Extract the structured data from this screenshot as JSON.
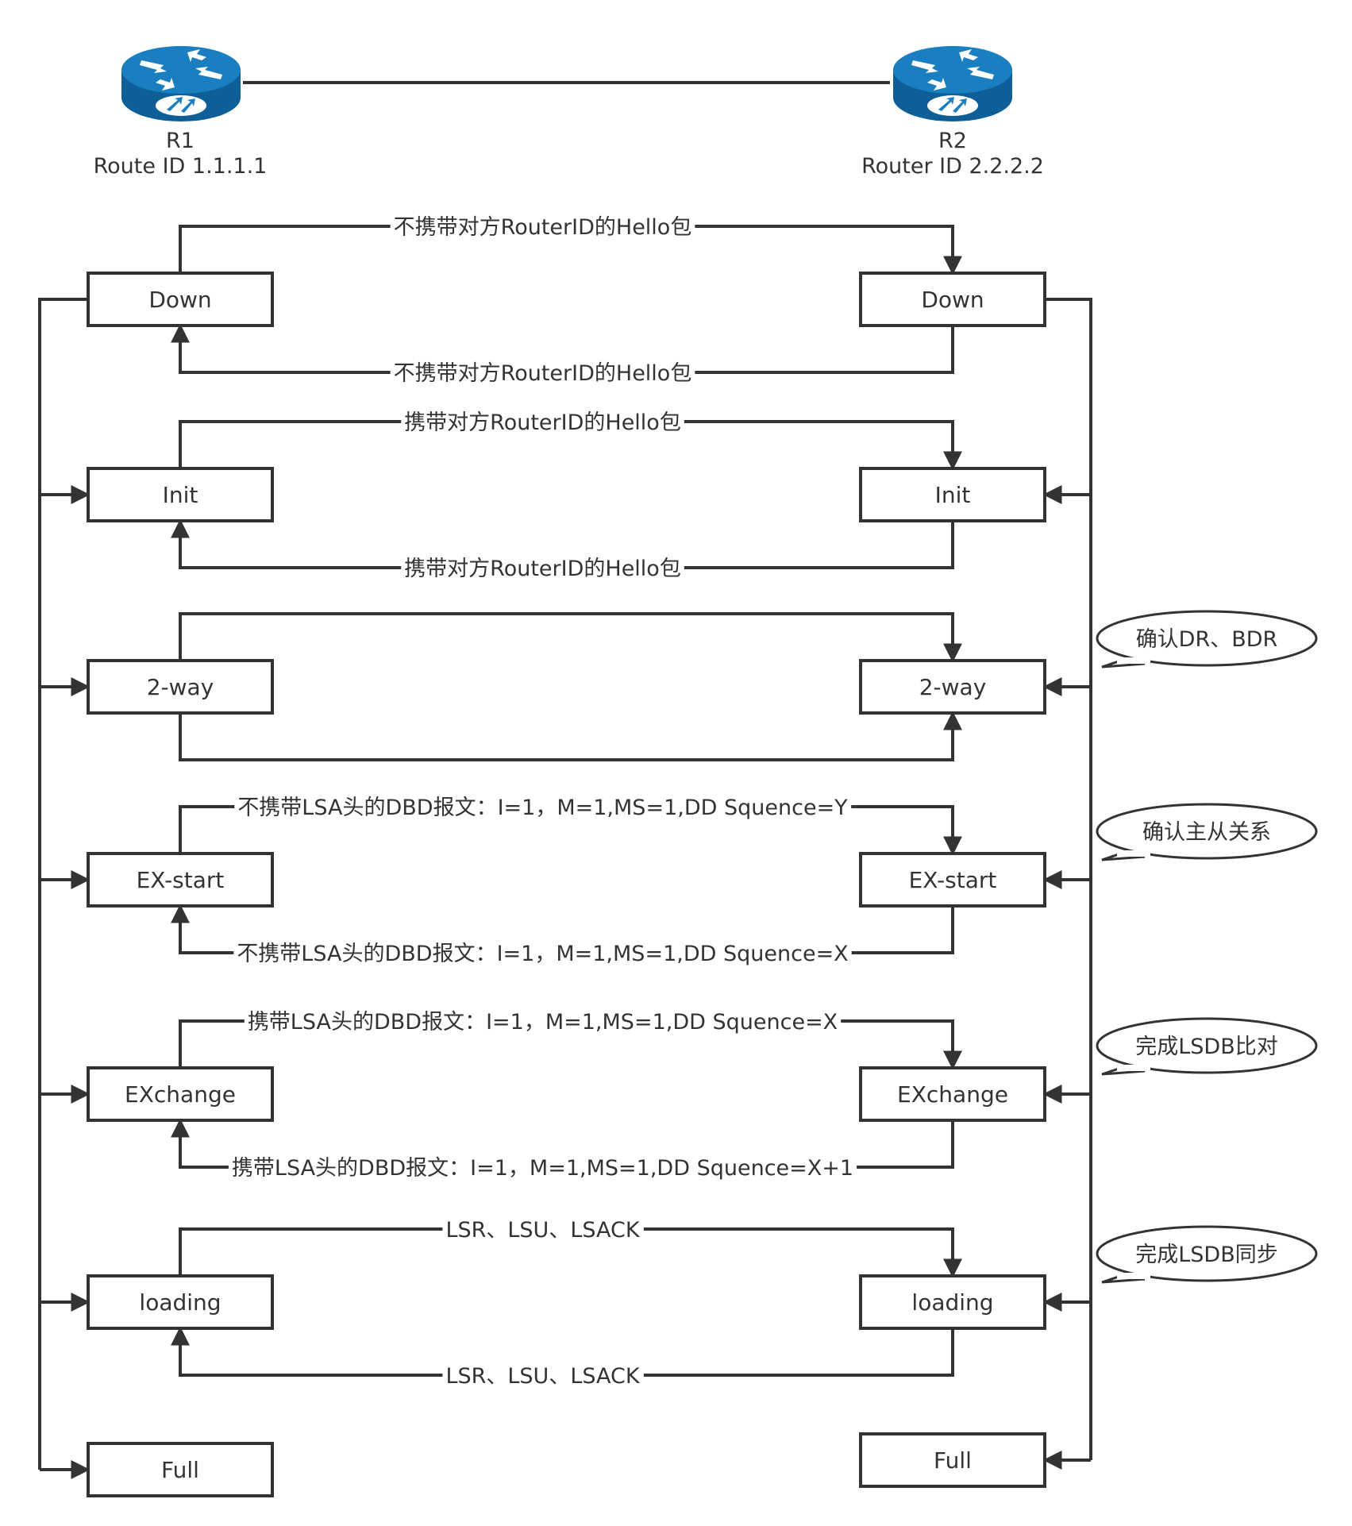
{
  "routers": {
    "r1": {
      "name": "R1",
      "id_label": "Route ID 1.1.1.1"
    },
    "r2": {
      "name": "R2",
      "id_label": "Router ID 2.2.2.2"
    }
  },
  "states": [
    "Down",
    "Init",
    "2-way",
    "EX-start",
    "EXchange",
    "loading",
    "Full"
  ],
  "messages": [
    {
      "top": "不携带对方RouterID的Hello包",
      "bottom": "不携带对方RouterID的Hello包"
    },
    {
      "top": "携带对方RouterID的Hello包",
      "bottom": "携带对方RouterID的Hello包"
    },
    {
      "top": "",
      "bottom": ""
    },
    {
      "top": "不携带LSA头的DBD报文：I=1，M=1,MS=1,DD Squence=Y",
      "bottom": "不携带LSA头的DBD报文：I=1，M=1,MS=1,DD Squence=X"
    },
    {
      "top": "携带LSA头的DBD报文：I=1，M=1,MS=1,DD Squence=X",
      "bottom": "携带LSA头的DBD报文：I=1，M=1,MS=1,DD Squence=X+1"
    },
    {
      "top": "LSR、LSU、LSACK",
      "bottom": "LSR、LSU、LSACK"
    }
  ],
  "notes": [
    "确认DR、BDR",
    "确认主从关系",
    "完成LSDB比对",
    "完成LSDB同步"
  ],
  "colors": {
    "line": "#333333",
    "router": "#1a7fc1",
    "router_dark": "#0e5f98"
  },
  "icons": {
    "router": "router-icon"
  }
}
